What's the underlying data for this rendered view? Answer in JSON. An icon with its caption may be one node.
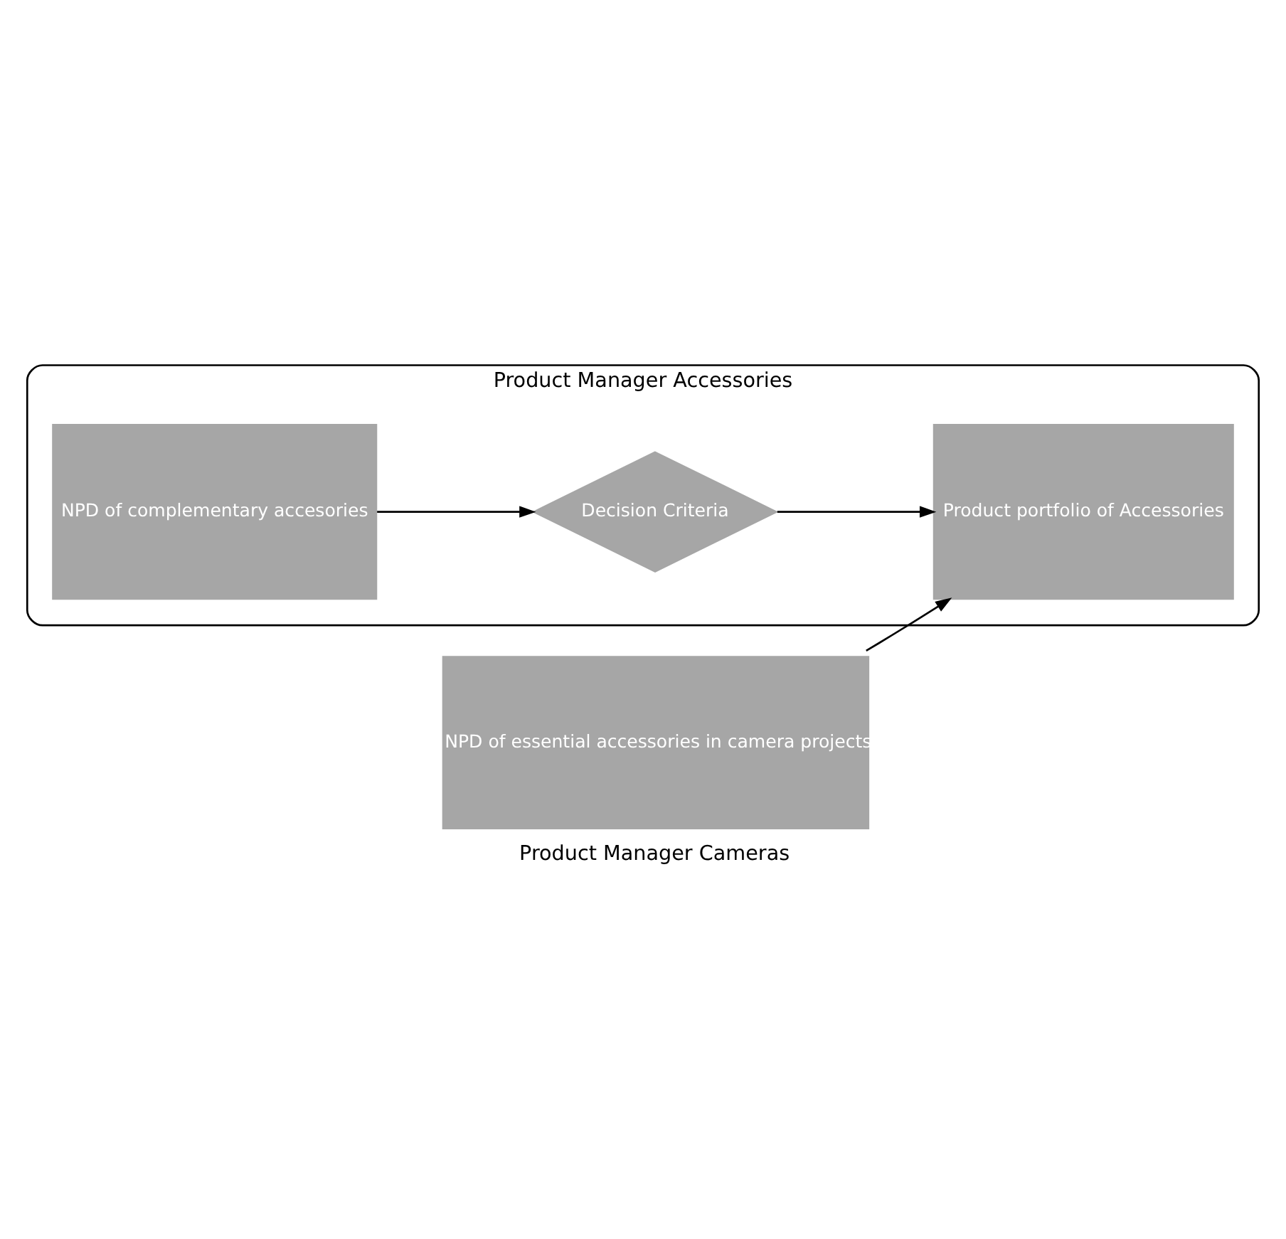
{
  "diagram": {
    "nodes": [
      {
        "text": [
          "Product Manager Accessories"
        ]
      },
      {
        "text": [
          "NPD of complementary accesories"
        ],
        "in": 0
      },
      {
        "text": [
          "Decision Criteria"
        ],
        "in": 0
      },
      {
        "text": [
          "Product portfolio of Accessories"
        ],
        "in": 0
      },
      {
        "text": [
          "NPD of essential accessories in camera projects"
        ],
        "beside": [
          "Product Manager Cameras"
        ]
      }
    ],
    "edges": [
      {
        "from": 1,
        "to": 2,
        "arrow": "to"
      },
      {
        "from": 2,
        "to": 3,
        "arrow": "to"
      },
      {
        "from": 4,
        "to": 3,
        "arrow": "to"
      }
    ]
  }
}
